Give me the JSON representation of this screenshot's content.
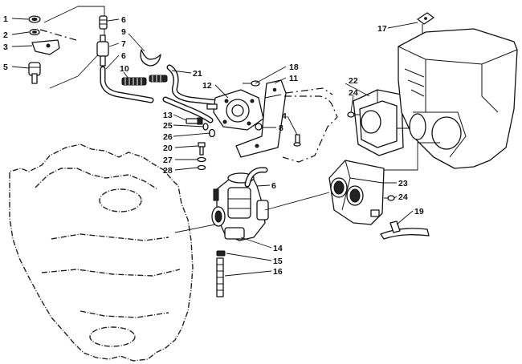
{
  "diagram": {
    "callouts": [
      {
        "id": "c1",
        "label": "1"
      },
      {
        "id": "c2",
        "label": "2"
      },
      {
        "id": "c3",
        "label": "3"
      },
      {
        "id": "c5",
        "label": "5"
      },
      {
        "id": "c6a",
        "label": "6"
      },
      {
        "id": "c7",
        "label": "7"
      },
      {
        "id": "c6b",
        "label": "6"
      },
      {
        "id": "c9",
        "label": "9"
      },
      {
        "id": "c10",
        "label": "10"
      },
      {
        "id": "c21",
        "label": "21"
      },
      {
        "id": "c12",
        "label": "12"
      },
      {
        "id": "c18",
        "label": "18"
      },
      {
        "id": "c11",
        "label": "11"
      },
      {
        "id": "c13",
        "label": "13"
      },
      {
        "id": "c25",
        "label": "25"
      },
      {
        "id": "c26",
        "label": "26"
      },
      {
        "id": "c20",
        "label": "20"
      },
      {
        "id": "c27",
        "label": "27"
      },
      {
        "id": "c28",
        "label": "28"
      },
      {
        "id": "c4",
        "label": "4"
      },
      {
        "id": "c8",
        "label": "8"
      },
      {
        "id": "c6c",
        "label": "6"
      },
      {
        "id": "c22",
        "label": "22"
      },
      {
        "id": "c24a",
        "label": "24"
      },
      {
        "id": "c17",
        "label": "17"
      },
      {
        "id": "c23",
        "label": "23"
      },
      {
        "id": "c24b",
        "label": "24"
      },
      {
        "id": "c19",
        "label": "19"
      },
      {
        "id": "c14",
        "label": "14"
      },
      {
        "id": "c15",
        "label": "15"
      },
      {
        "id": "c16",
        "label": "16"
      }
    ]
  }
}
